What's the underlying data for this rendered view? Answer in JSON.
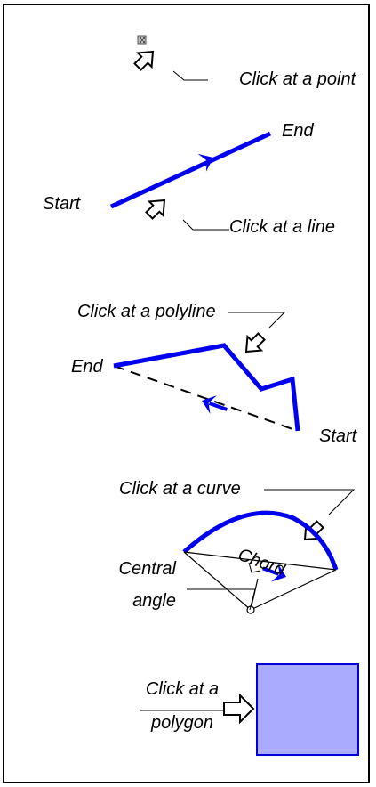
{
  "colors": {
    "accent": "#0000ee",
    "polygon_fill": "#aaaaff",
    "polygon_stroke": "#0000dd",
    "ink": "#000000"
  },
  "point": {
    "label": "Click at a point"
  },
  "line": {
    "label": "Click at a line",
    "start_label": "Start",
    "end_label": "End"
  },
  "polyline": {
    "label": "Click at a polyline",
    "end_label": "End",
    "start_label": "Start"
  },
  "curve": {
    "label": "Click at a curve",
    "chord_label": "Chord",
    "central_angle_label_1": "Central",
    "central_angle_label_2": "angle"
  },
  "polygon": {
    "label_1": "Click at a",
    "label_2": "polygon"
  },
  "icons": [
    "point-marker-icon",
    "pointer-arrow-icon",
    "direction-arrow-icon",
    "hollow-right-arrow-icon"
  ]
}
